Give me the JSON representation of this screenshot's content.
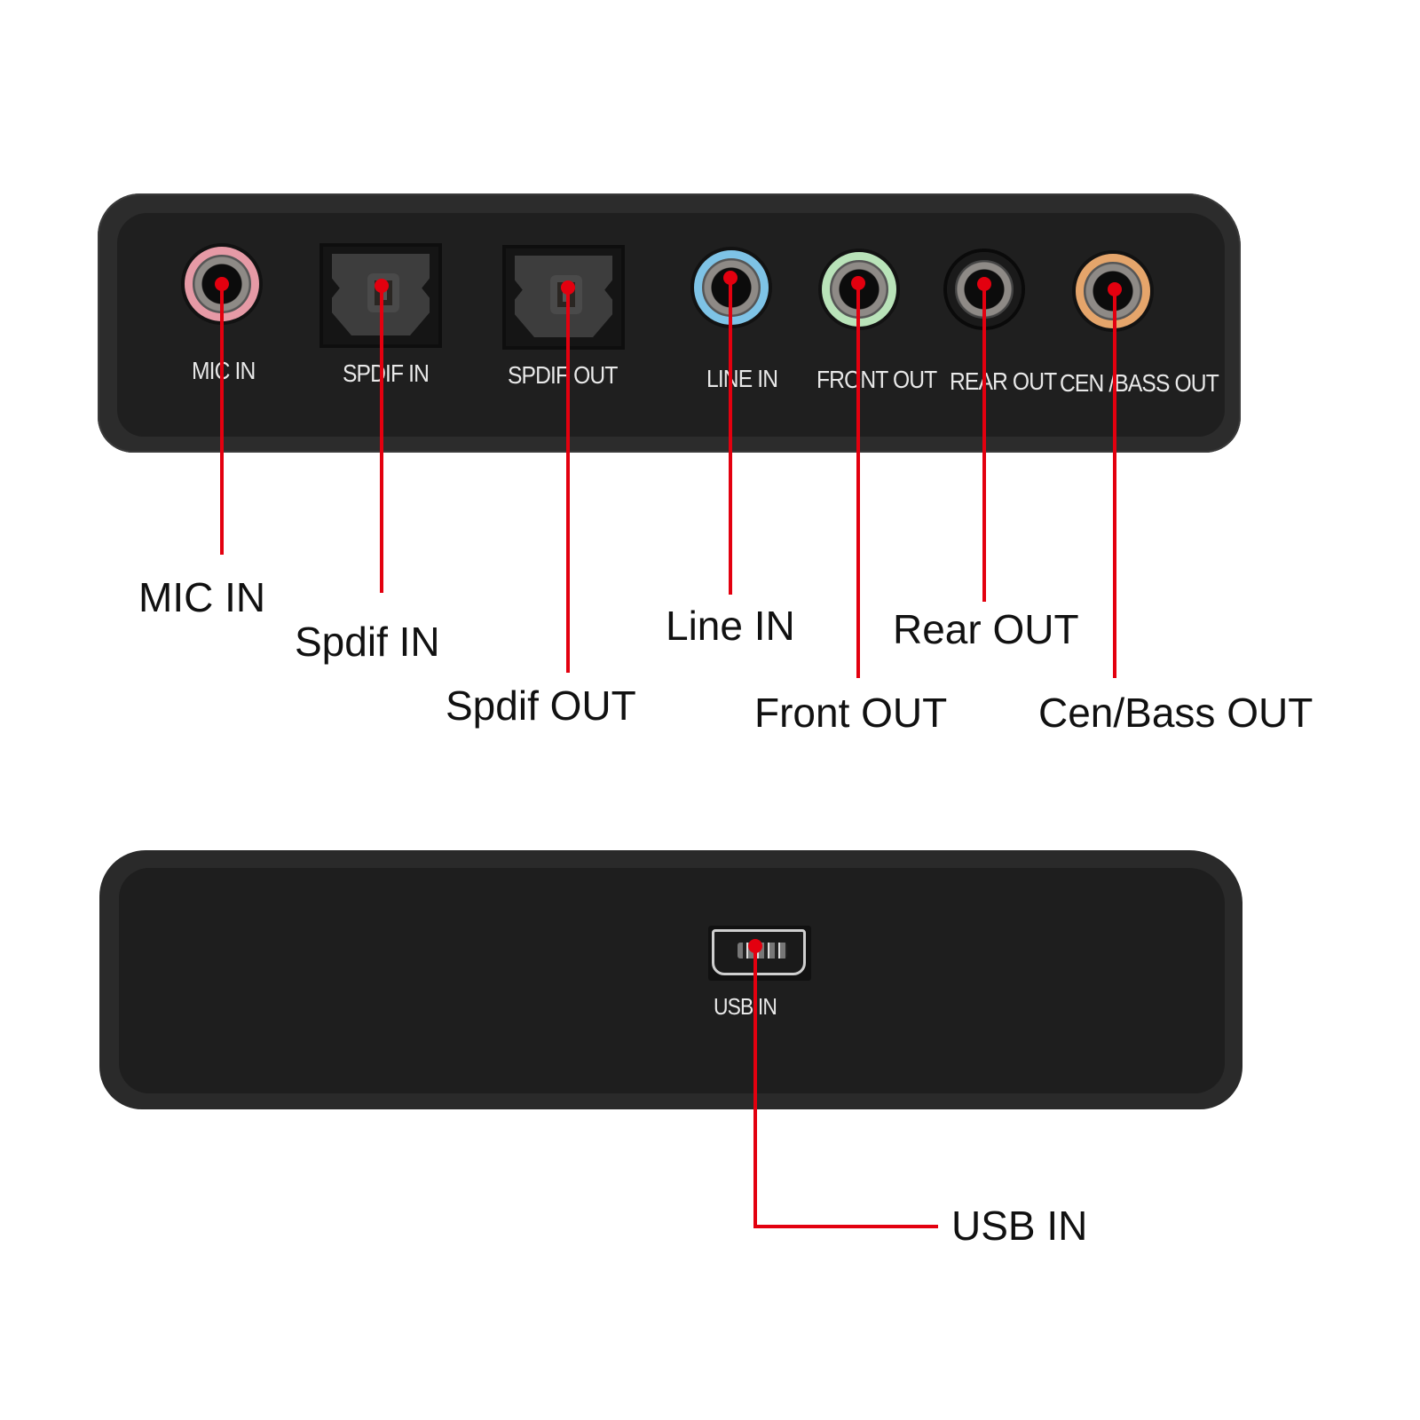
{
  "colors": {
    "callout_red": "#e3000f",
    "device_body": "#1f1f1f",
    "panel_text": "#e8e8e8",
    "label_text": "#111111",
    "jack_rings": {
      "mic_in": "#e69aa6",
      "line_in": "#7ec3e6",
      "front_out": "#b9e3b9",
      "rear_out": "#1a1a1a",
      "cen_bass_out": "#e5a56b"
    }
  },
  "top_panel": {
    "ports": [
      {
        "id": "mic_in",
        "type": "3.5mm-jack",
        "printed_label": "MIC IN",
        "callout": "MIC IN"
      },
      {
        "id": "spdif_in",
        "type": "optical",
        "printed_label": "SPDIF IN",
        "callout": "Spdif IN"
      },
      {
        "id": "spdif_out",
        "type": "optical",
        "printed_label": "SPDIF OUT",
        "callout": "Spdif OUT"
      },
      {
        "id": "line_in",
        "type": "3.5mm-jack",
        "printed_label": "LINE IN",
        "callout": "Line IN"
      },
      {
        "id": "front_out",
        "type": "3.5mm-jack",
        "printed_label": "FRONT OUT",
        "callout": "Front OUT"
      },
      {
        "id": "rear_out",
        "type": "3.5mm-jack",
        "printed_label": "REAR OUT",
        "callout": "Rear OUT"
      },
      {
        "id": "cen_bass_out",
        "type": "3.5mm-jack",
        "printed_label": "CEN /BASS OUT",
        "callout": "Cen/Bass OUT"
      }
    ]
  },
  "bottom_panel": {
    "ports": [
      {
        "id": "usb_in",
        "type": "mini-usb",
        "printed_label": "USB  IN",
        "callout": "USB IN"
      }
    ]
  }
}
